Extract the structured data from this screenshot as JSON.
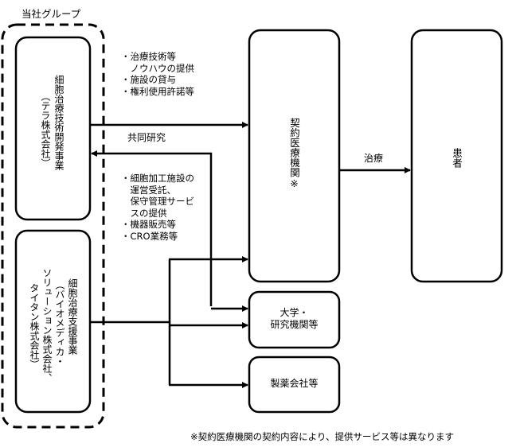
{
  "group": {
    "label": "当社グループ"
  },
  "boxes": {
    "tech_dev": {
      "title": "細胞治療技術開発事業",
      "subtitle": "（テラ株式会社）"
    },
    "support": {
      "title": "細胞治療支援事業",
      "line2": "（バイオメディカ・",
      "line3": "ソリューション株式会社、",
      "line4": "タイタン株式会社）"
    },
    "clinic": {
      "title": "契約医療機関※"
    },
    "patient": {
      "title": "患者"
    },
    "university": {
      "line1": "大学・",
      "line2": "研究機関等"
    },
    "pharma": {
      "title": "製薬会社等"
    }
  },
  "flows": {
    "tech_to_clinic": [
      "・治療技術等",
      "　ノウハウの提供",
      "・施設の貸与",
      "・権利使用許諾等"
    ],
    "joint_research": "共同研究",
    "support_services": [
      "・細胞加工施設の",
      "　運営受託、",
      "　保守管理サービ",
      "　スの提供",
      "・機器販売等",
      "・CRO業務等"
    ],
    "treatment": "治療"
  },
  "footnote": "※契約医療機関の契約内容により、提供サービス等は異なります",
  "colors": {
    "stroke": "#000000",
    "background": "#ffffff"
  }
}
